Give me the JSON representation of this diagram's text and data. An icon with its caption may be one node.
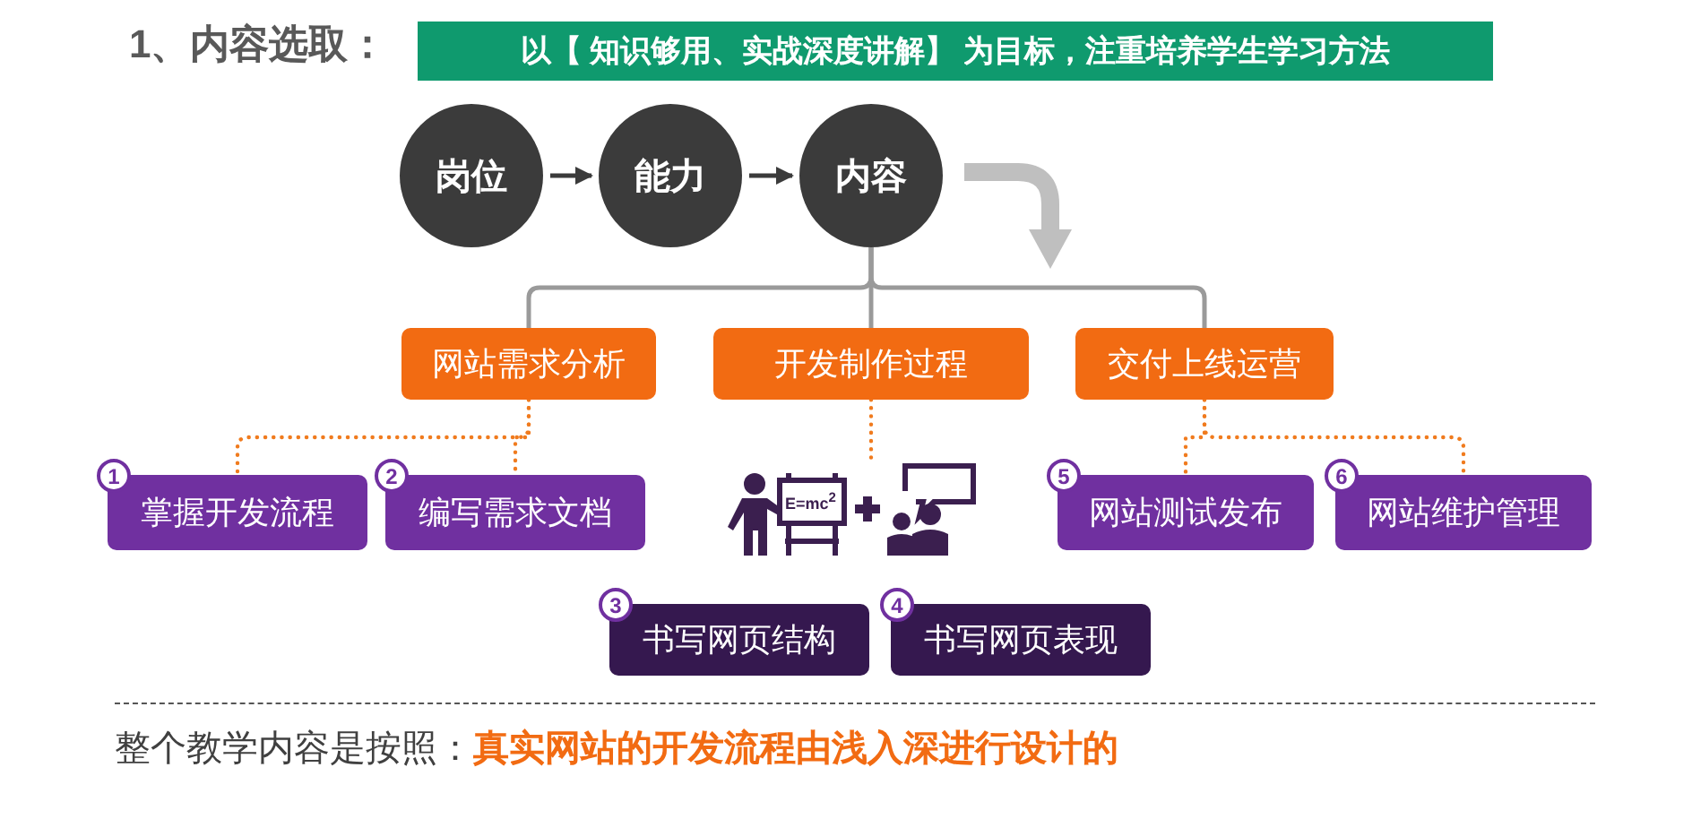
{
  "diagram": {
    "title": "1、内容选取：",
    "caption": "整个教学内容是按照：**真实网站的开发流程由浅入深进行设计的**",
    "nodes": [
      {
        "text": [
          "岗位"
        ]
      },
      {
        "text": [
          "能力"
        ]
      },
      {
        "text": [
          "内容"
        ]
      },
      {
        "text": [
          "网站需求分析"
        ]
      },
      {
        "text": [
          "开发制作过程"
        ]
      },
      {
        "text": [
          "交付上线运营"
        ]
      },
      {
        "text": [
          "1",
          "掌握开发流程"
        ]
      },
      {
        "text": [
          "2",
          "编写需求文档"
        ]
      },
      {
        "text": [],
        "shape": "picture"
      },
      {
        "text": [
          "5",
          "网站测试发布"
        ]
      },
      {
        "text": [
          "6",
          "网站维护管理"
        ]
      },
      {
        "text": [
          "3",
          "书写网页结构"
        ]
      },
      {
        "text": [
          "4",
          "书写网页表现"
        ]
      }
    ],
    "edges": [
      {
        "from": 0,
        "to": 1,
        "arrow": "to",
        "color": "#3b3b3b"
      },
      {
        "from": 1,
        "to": 2,
        "arrow": "to",
        "color": "#3b3b3b"
      },
      {
        "from": 2,
        "to": 3,
        "arrow": "none",
        "color": "#9a9a9a"
      },
      {
        "from": 2,
        "to": 4,
        "arrow": "none",
        "color": "#9a9a9a"
      },
      {
        "from": 2,
        "to": 5,
        "arrow": "none",
        "color": "#9a9a9a"
      },
      {
        "from": 3,
        "to": 6,
        "arrow": "none",
        "style": "dashed",
        "color": "#f07b1e"
      },
      {
        "from": 3,
        "to": 7,
        "arrow": "none",
        "style": "dashed",
        "color": "#f07b1e"
      },
      {
        "from": 4,
        "to": 8,
        "arrow": "none",
        "style": "dashed",
        "color": "#f07b1e"
      },
      {
        "from": 5,
        "to": 9,
        "arrow": "none",
        "style": "dashed",
        "color": "#f07b1e"
      },
      {
        "from": 5,
        "to": 10,
        "arrow": "none",
        "style": "dashed",
        "color": "#f07b1e"
      }
    ],
    "labels": [
      "以【 知识够用、实战深度讲解】 为目标，注重培养学生学习方法",
      "E=mc$^{2}$"
    ]
  }
}
